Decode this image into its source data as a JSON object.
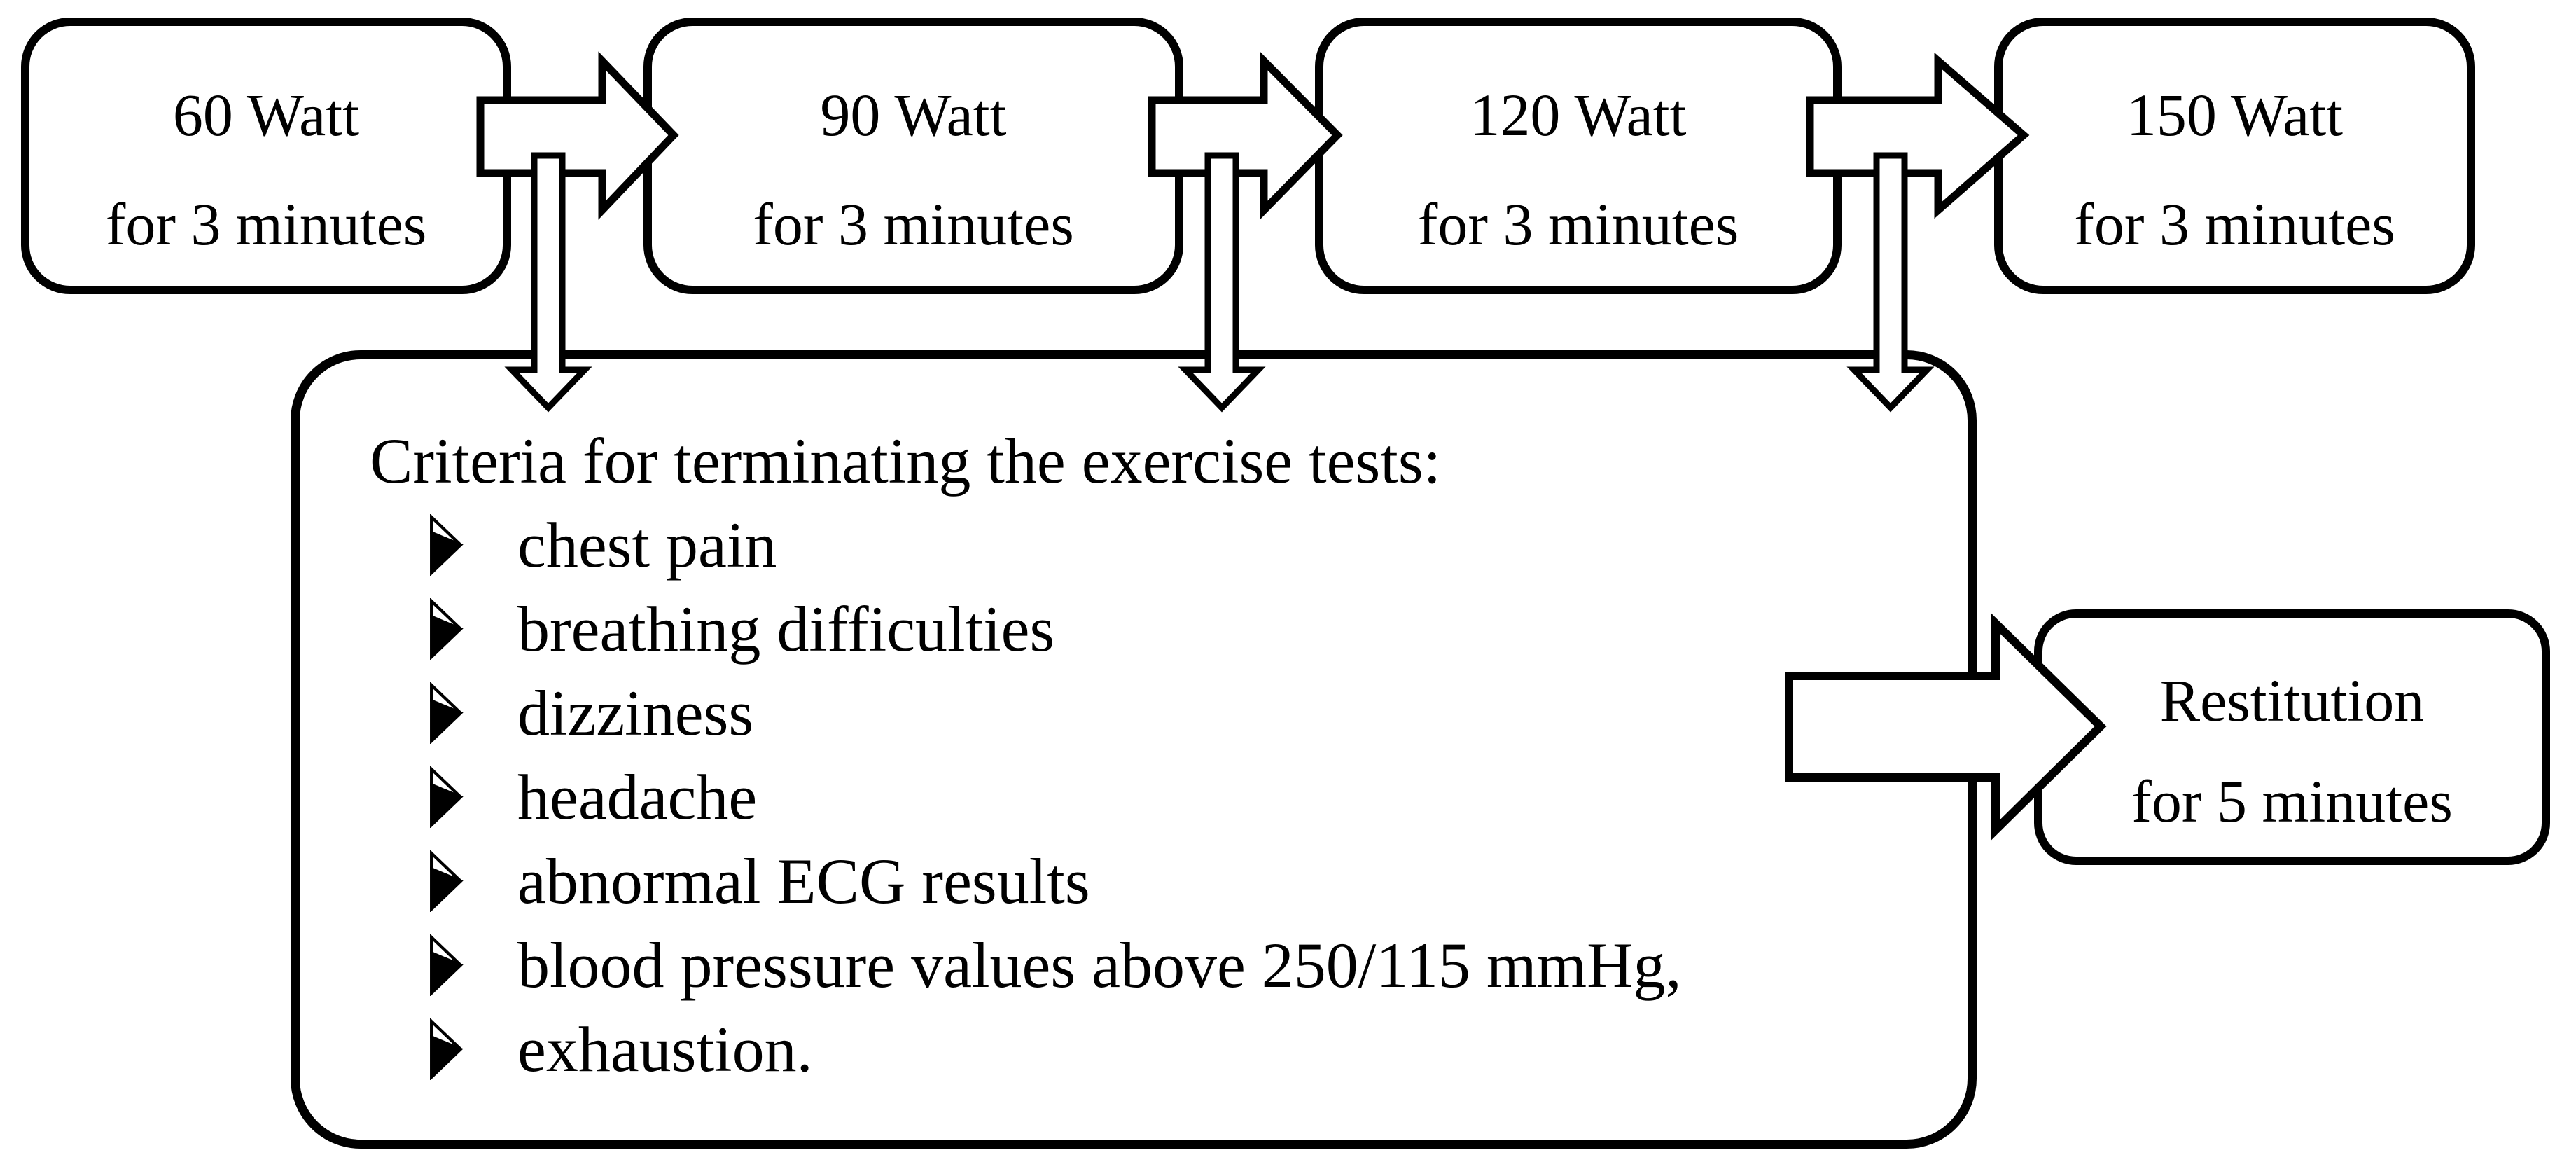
{
  "stages": [
    {
      "line1": "60 Watt",
      "line2": "for 3 minutes"
    },
    {
      "line1": "90 Watt",
      "line2": "for 3 minutes"
    },
    {
      "line1": "120 Watt",
      "line2": "for 3 minutes"
    },
    {
      "line1": "150 Watt",
      "line2": "for 3 minutes"
    }
  ],
  "criteria": {
    "title": "Criteria for terminating the exercise tests:",
    "items": [
      "chest pain",
      "breathing difficulties",
      "dizziness",
      "headache",
      "abnormal ECG results",
      "blood pressure values above 250/115 mmHg,",
      "exhaustion."
    ]
  },
  "restitution": {
    "line1": "Restitution",
    "line2": "for 5 minutes"
  },
  "icons": {
    "stage_connector": "block-arrow-right-icon",
    "termination_connector": "block-arrow-down-icon",
    "restitution_connector": "block-arrow-right-icon",
    "list_bullet": "arrowhead-3d-right-icon",
    "list_bullet_glyph": "➢"
  },
  "colors": {
    "ink": "#000000",
    "paper": "#ffffff"
  }
}
